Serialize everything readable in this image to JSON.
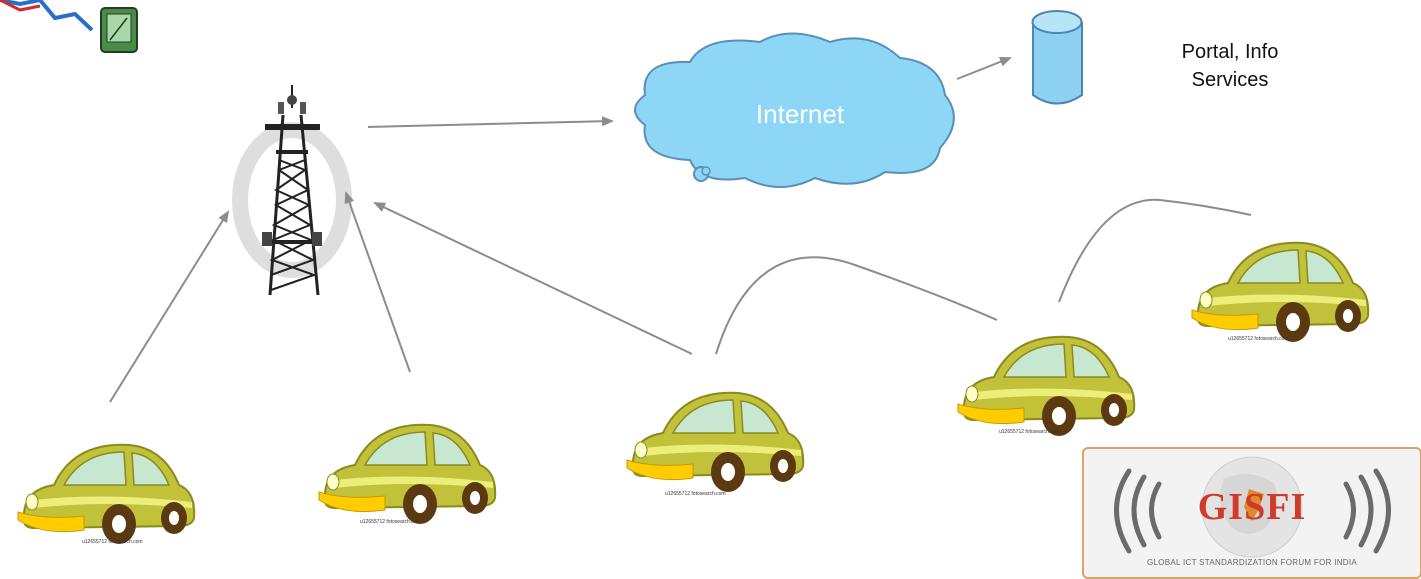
{
  "diagram": {
    "cloud_label": "Internet",
    "server_label_line1": "Portal, Info",
    "server_label_line2": "Services",
    "car_caption": "u12655712 fotosearch.com",
    "logo": {
      "name": "GISFI",
      "tagline": "GLOBAL ICT STANDARDIZATION FORUM FOR INDIA"
    }
  },
  "colors": {
    "arrow": "#8c8c8c",
    "cloud_fill": "#8dd6f5",
    "cloud_stroke": "#5a8fb8",
    "server_fill": "#8dd1f2",
    "car_body": "#c2c23a",
    "car_window": "#c7e7d0",
    "car_bumper": "#ffcc00",
    "wheel": "#5b3a12"
  }
}
